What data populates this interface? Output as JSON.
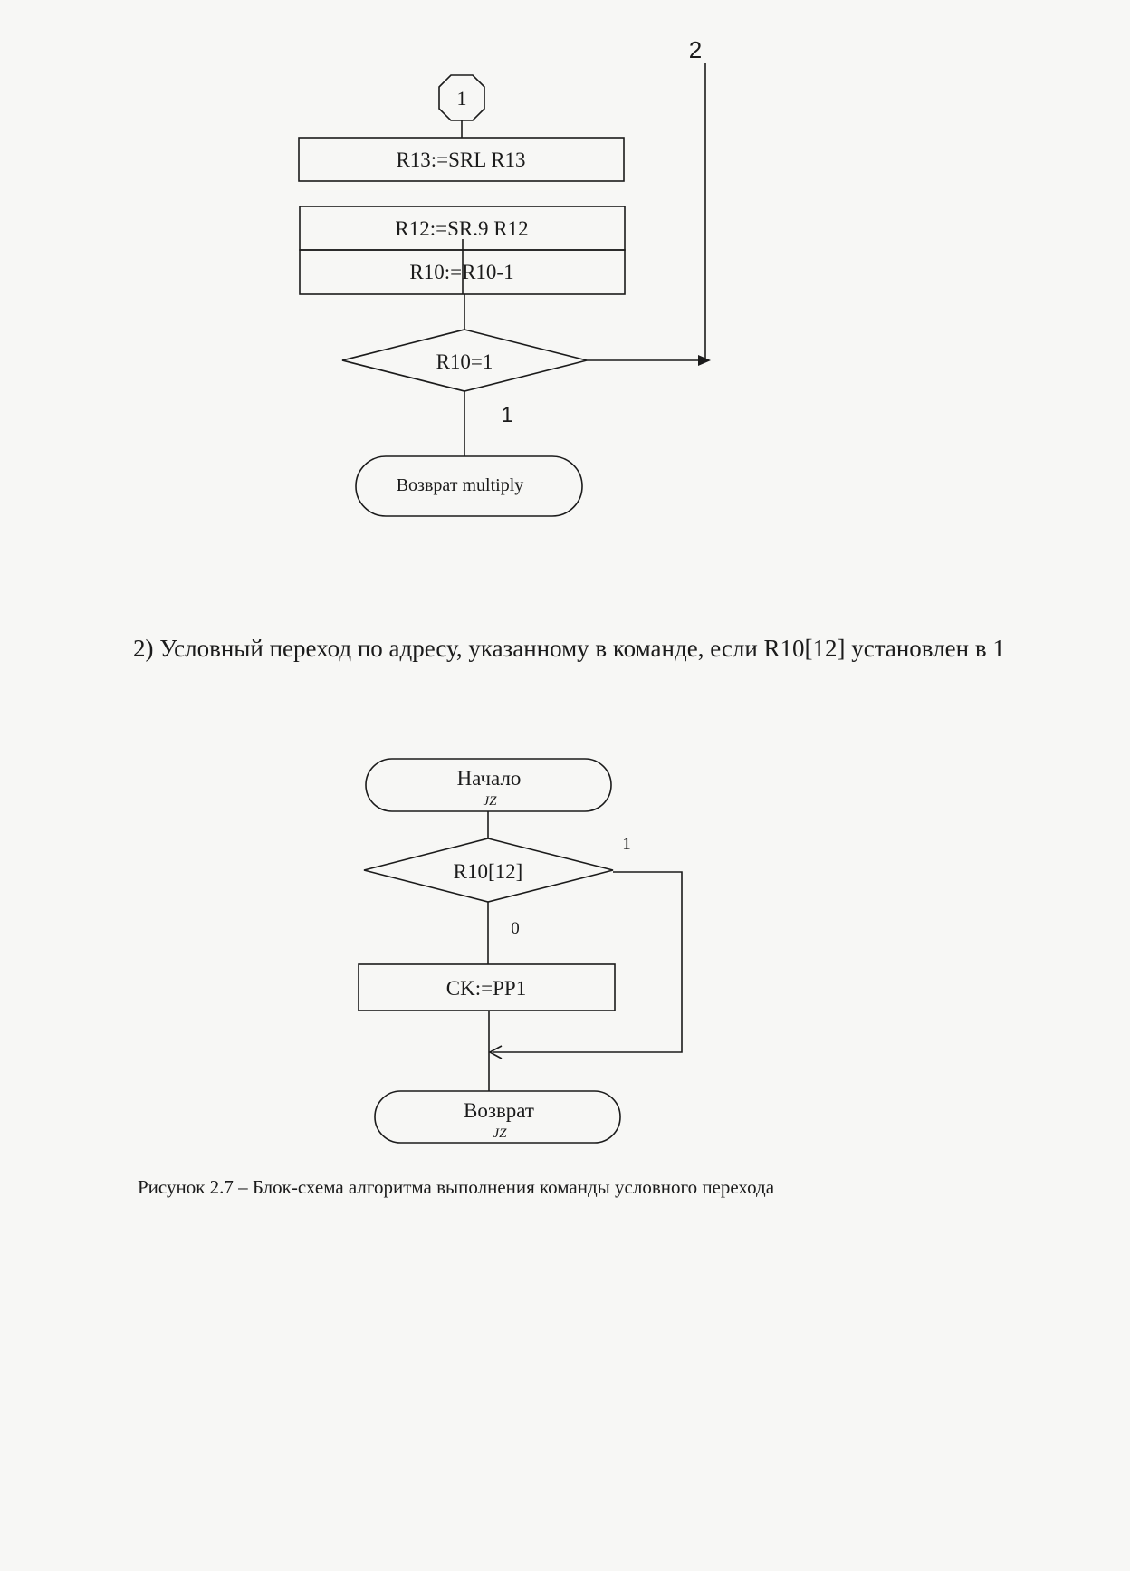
{
  "flowchart_1": {
    "connector_label": "1",
    "exit_label": "2",
    "step_1": "R13:=SRL R13",
    "step_2": "R12:=SR.9 R12",
    "step_3": "R10:=R10-1",
    "decision": "R10=1",
    "decision_branch_label": "1",
    "terminal": "Возврат multiply"
  },
  "paragraph": "2) Условный переход по адресу, указанному в команде, если R10[12] установлен в 1",
  "flowchart_2": {
    "start_label": "Начало",
    "start_sublabel": "JZ",
    "decision": "R10[12]",
    "branch_true_label": "1",
    "branch_false_label": "0",
    "process": "CK:=PP1",
    "end_label": "Возврат",
    "end_sublabel": "JZ"
  },
  "caption": "Рисунок 2.7 – Блок-схема алгоритма выполнения команды условного перехода"
}
